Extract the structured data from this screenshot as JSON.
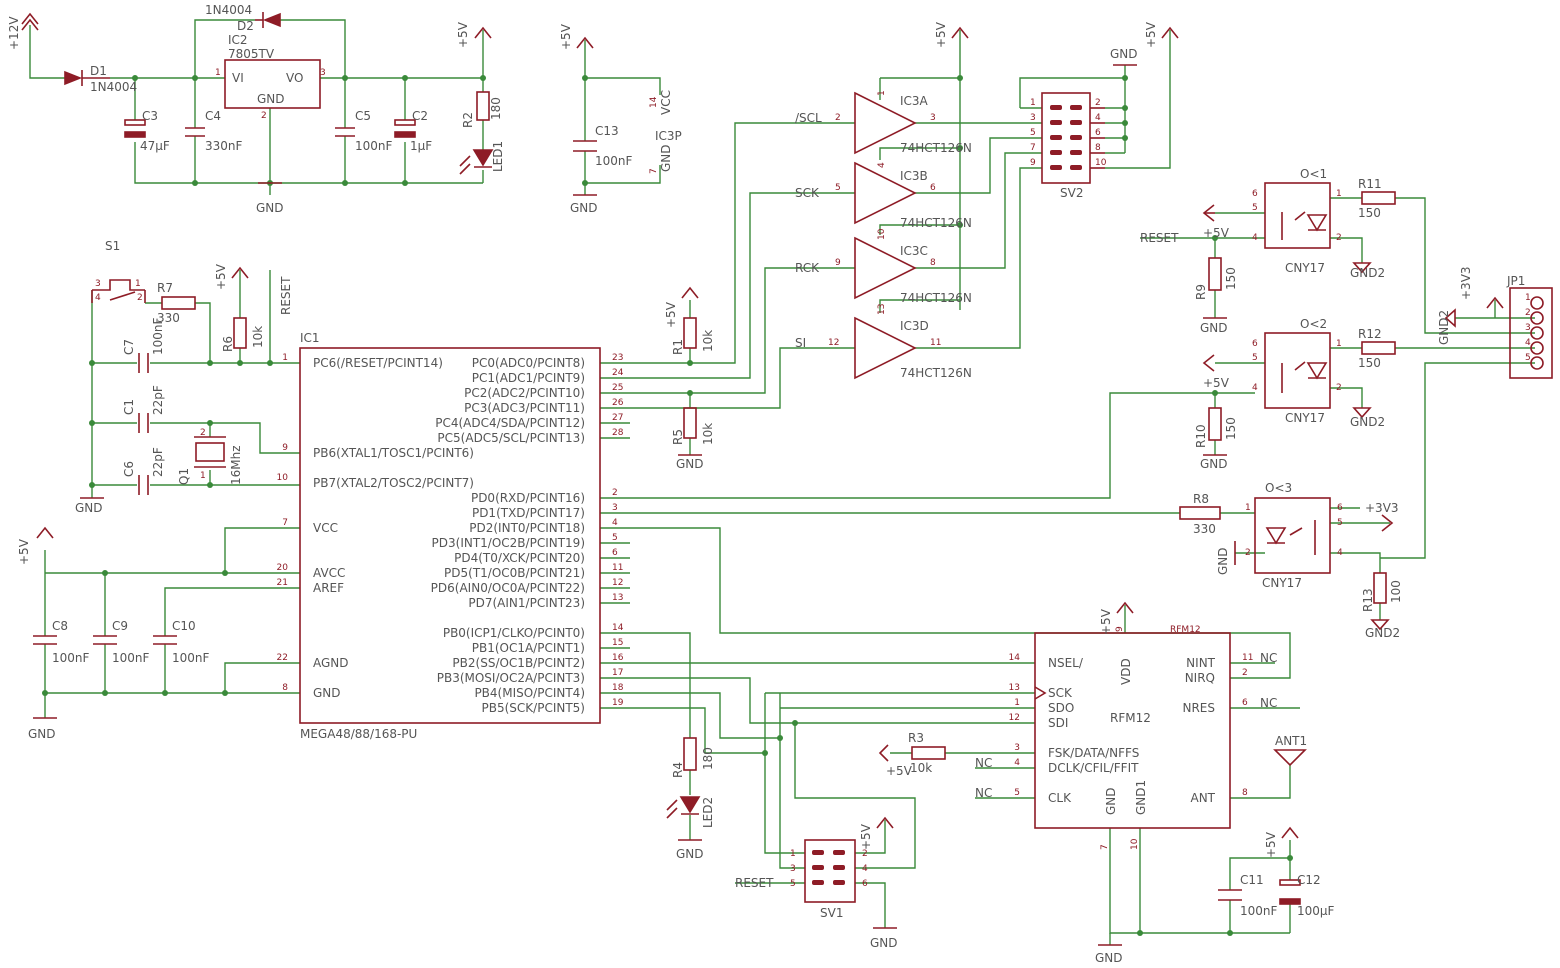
{
  "supply_labels": {
    "v12": "+12V",
    "v5": "+5V",
    "v3v3": "+3V3",
    "gnd": "GND",
    "gnd2": "GND2",
    "reset": "RESET",
    "nc": "NC",
    "o1": "O<1",
    "o2": "O<2",
    "o3": "O<3",
    "rfm_title": "RFM12",
    "vcc_pin": "VCC",
    "gnd_pin": "GND"
  },
  "power": {
    "d1_name": "D1",
    "d1_value": "1N4004",
    "d2_name": "D2",
    "d2_value": "1N4004",
    "ic2_name": "IC2",
    "ic2_value": "7805TV",
    "ic2_vi": "VI",
    "ic2_vo": "VO",
    "ic2_gnd": "GND",
    "c3_name": "C3",
    "c3_value": "47µF",
    "c4_name": "C4",
    "c4_value": "330nF",
    "c5_name": "C5",
    "c5_value": "100nF",
    "c2_name": "C2",
    "c2_value": "1µF",
    "r2_name": "R2",
    "r2_value": "180",
    "led1_name": "LED1",
    "c13_name": "C13",
    "c13_value": "100nF",
    "ic3p_name": "IC3P"
  },
  "buffer": {
    "ic3a": "IC3A",
    "ic3b": "IC3B",
    "ic3c": "IC3C",
    "ic3d": "IC3D",
    "part": "74HCT126N",
    "scl": "/SCL",
    "sck": "SCK",
    "rck": "RCK",
    "si": "SI",
    "sv2": "SV2"
  },
  "mcu": {
    "name": "IC1",
    "part": "MEGA48/88/168-PU",
    "left_pins": [
      {
        "label": "PC6(/RESET/PCINT14)",
        "num": "1"
      },
      {
        "label": "PB6(XTAL1/TOSC1/PCINT6)",
        "num": "9"
      },
      {
        "label": "PB7(XTAL2/TOSC2/PCINT7)",
        "num": "10"
      },
      {
        "label": "VCC",
        "num": "7"
      },
      {
        "label": "AVCC",
        "num": "20"
      },
      {
        "label": "AREF",
        "num": "21"
      },
      {
        "label": "AGND",
        "num": "22"
      },
      {
        "label": "GND",
        "num": "8"
      }
    ],
    "right_pins": [
      {
        "label": "PC0(ADC0/PCINT8)",
        "num": "23"
      },
      {
        "label": "PC1(ADC1/PCINT9)",
        "num": "24"
      },
      {
        "label": "PC2(ADC2/PCINT10)",
        "num": "25"
      },
      {
        "label": "PC3(ADC3/PCINT11)",
        "num": "26"
      },
      {
        "label": "PC4(ADC4/SDA/PCINT12)",
        "num": "27"
      },
      {
        "label": "PC5(ADC5/SCL/PCINT13)",
        "num": "28"
      },
      {
        "label": "PD0(RXD/PCINT16)",
        "num": "2"
      },
      {
        "label": "PD1(TXD/PCINT17)",
        "num": "3"
      },
      {
        "label": "PD2(INT0/PCINT18)",
        "num": "4"
      },
      {
        "label": "PD3(INT1/OC2B/PCINT19)",
        "num": "5"
      },
      {
        "label": "PD4(T0/XCK/PCINT20)",
        "num": "6"
      },
      {
        "label": "PD5(T1/OC0B/PCINT21)",
        "num": "11"
      },
      {
        "label": "PD6(AIN0/OC0A/PCINT22)",
        "num": "12"
      },
      {
        "label": "PD7(AIN1/PCINT23)",
        "num": "13"
      },
      {
        "label": "PB0(ICP1/CLKO/PCINT0)",
        "num": "14"
      },
      {
        "label": "PB1(OC1A/PCINT1)",
        "num": "15"
      },
      {
        "label": "PB2(SS/OC1B/PCINT2)",
        "num": "16"
      },
      {
        "label": "PB3(MOSI/OC2A/PCINT3)",
        "num": "17"
      },
      {
        "label": "PB4(MISO/PCINT4)",
        "num": "18"
      },
      {
        "label": "PB5(SCK/PCINT5)",
        "num": "19"
      }
    ]
  },
  "periph": {
    "s1": "S1",
    "r7_name": "R7",
    "r7_value": "330",
    "r6_name": "R6",
    "r6_value": "10k",
    "c7_name": "C7",
    "c7_value": "100nF",
    "c1_name": "C1",
    "c1_value": "22pF",
    "c6_name": "C6",
    "c6_value": "22pF",
    "q1_name": "Q1",
    "q1_value": "16Mhz",
    "c8_name": "C8",
    "c8_value": "100nF",
    "c9_name": "C9",
    "c9_value": "100nF",
    "c10_name": "C10",
    "c10_value": "100nF",
    "r1_name": "R1",
    "r1_value": "10k",
    "r5_name": "R5",
    "r5_value": "10k",
    "r4_name": "R4",
    "r4_value": "180",
    "led2_name": "LED2",
    "sv1": "SV1"
  },
  "opto": {
    "r11_name": "R11",
    "r11_value": "150",
    "r12_name": "R12",
    "r12_value": "150",
    "r9_name": "R9",
    "r9_value": "150",
    "r10_name": "R10",
    "r10_value": "150",
    "r8_name": "R8",
    "r8_value": "330",
    "r13_name": "R13",
    "r13_value": "100",
    "cny": "CNY17",
    "jp1": "JP1"
  },
  "rfm": {
    "name": "RFM12",
    "left_pins": [
      {
        "label": "NSEL/",
        "num": "14"
      },
      {
        "label": "SCK",
        "num": "13"
      },
      {
        "label": "SDO",
        "num": "1"
      },
      {
        "label": "SDI",
        "num": "12"
      },
      {
        "label": "FSK/DATA/NFFS",
        "num": "3"
      },
      {
        "label": "DCLK/CFIL/FFIT",
        "num": "4"
      },
      {
        "label": "CLK",
        "num": "5"
      }
    ],
    "right_pins": [
      {
        "label": "NINT",
        "num": "11"
      },
      {
        "label": "NIRQ",
        "num": "2"
      },
      {
        "label": "NRES",
        "num": "6"
      },
      {
        "label": "ANT",
        "num": "8"
      }
    ],
    "vdd": "VDD",
    "gnd_a": "GND",
    "gnd_b": "GND1",
    "r3_name": "R3",
    "r3_value": "10k",
    "ant1": "ANT1",
    "c11_name": "C11",
    "c11_value": "100nF",
    "c12_name": "C12",
    "c12_value": "100µF"
  }
}
